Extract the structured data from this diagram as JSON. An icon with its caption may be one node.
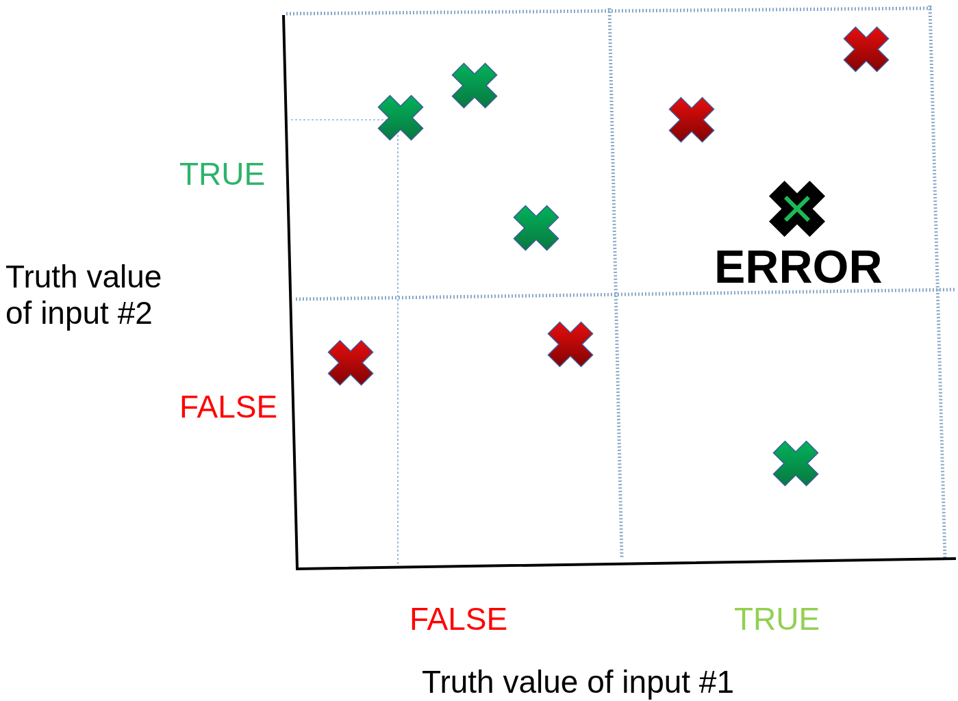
{
  "diagram": {
    "labels": [
      "TRUE",
      "ERROR",
      "Truth value of input #2",
      "FALSE",
      "FALSE",
      "TRUE",
      "Truth value of input #1"
    ]
  }
}
